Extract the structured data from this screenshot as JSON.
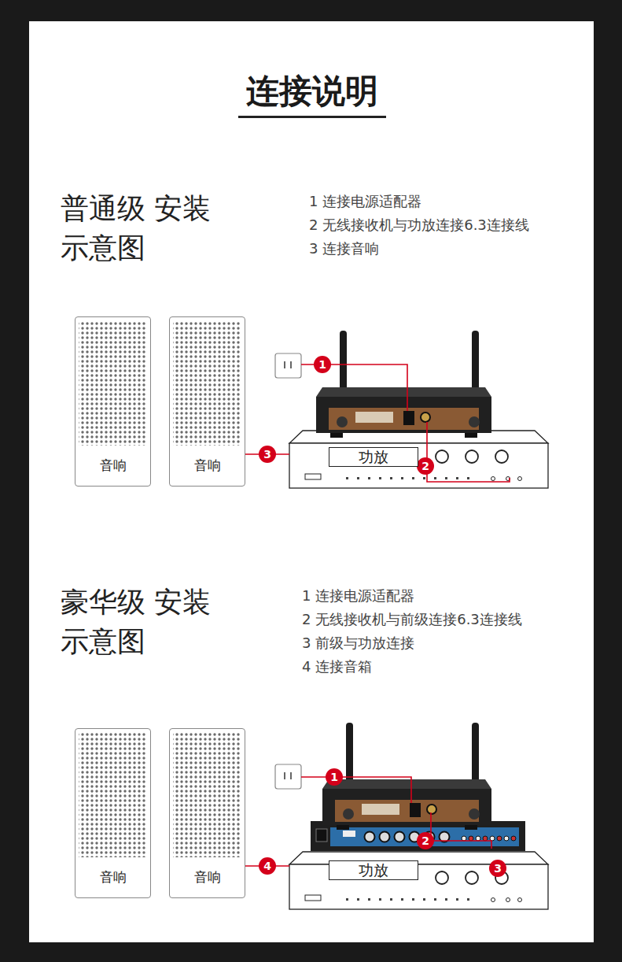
{
  "diagram": {
    "title": "连接说明",
    "nodes": [
      {
        "text": [
          "音响"
        ]
      },
      {
        "text": [
          "音响"
        ]
      },
      {
        "text": [
          "功放"
        ]
      },
      {
        "text": [
          "音响"
        ]
      },
      {
        "text": [
          "音响"
        ]
      },
      {
        "text": [
          "功放"
        ]
      }
    ],
    "labels": [
      "普通级 安装示意图",
      "1 连接电源适配器",
      "2 无线接收机与功放连接6.3连接线",
      "3 连接音响",
      "1",
      "2",
      "3",
      "豪华级 安装示意图",
      "1 连接电源适配器",
      "2 无线接收机与前级连接6.3连接线",
      "3 前级与功放连接",
      "4 连接音箱",
      "1",
      "2",
      "3",
      "4"
    ]
  }
}
